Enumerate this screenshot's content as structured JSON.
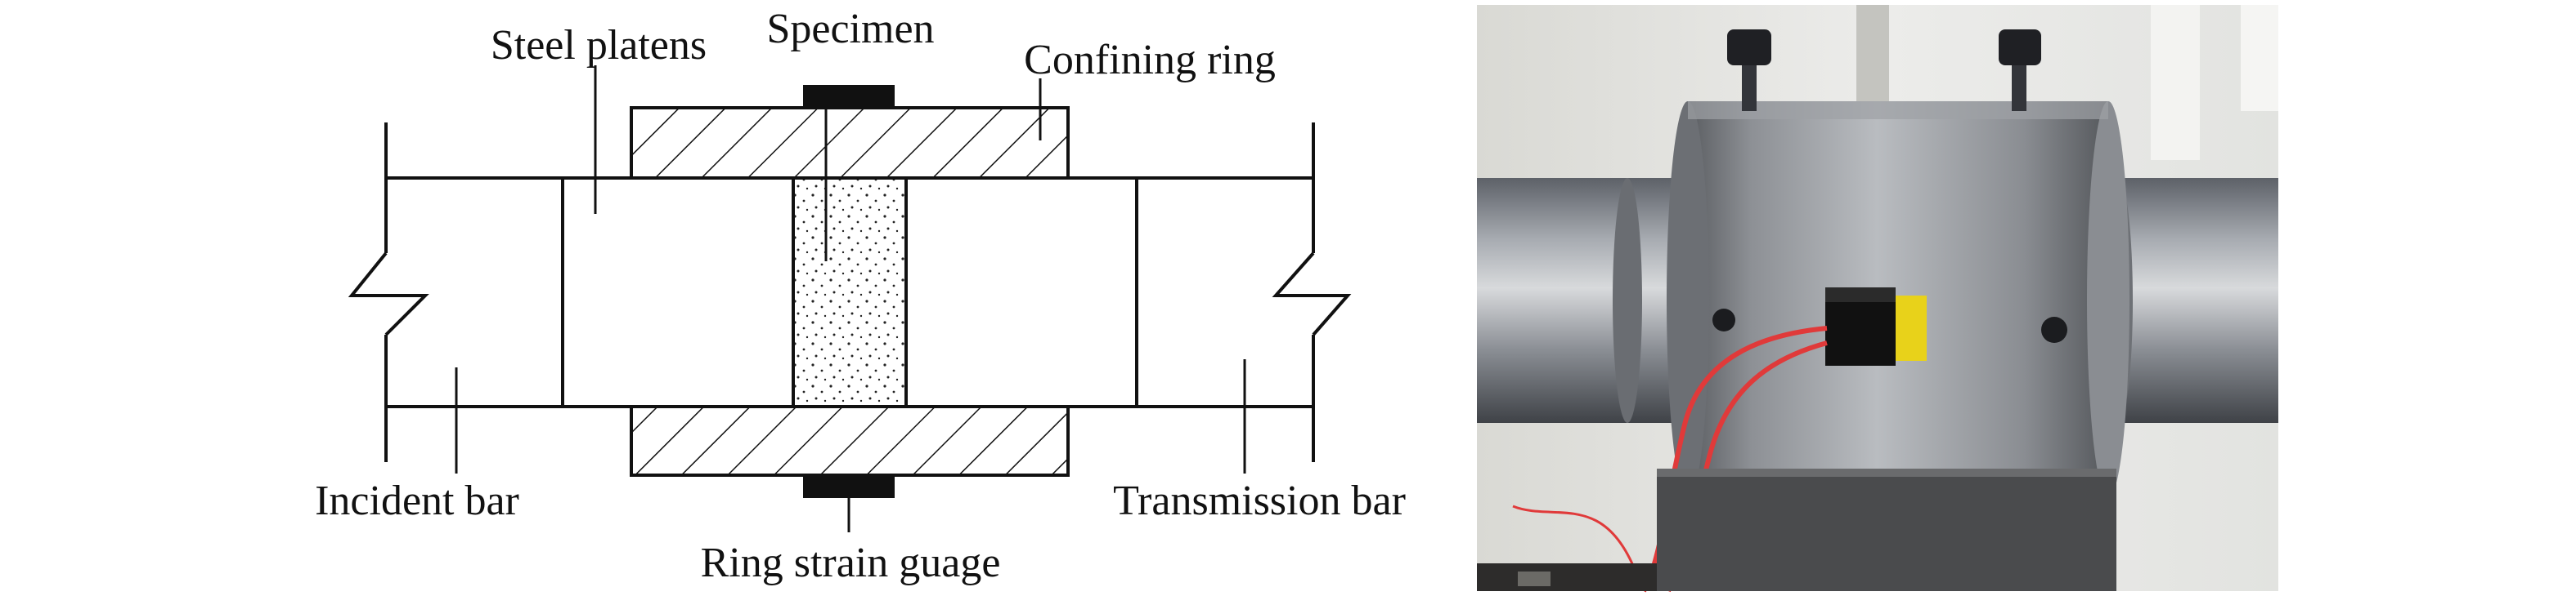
{
  "labels": {
    "specimen": "Specimen",
    "steel_platens": "Steel platens",
    "confining_ring": "Confining ring",
    "incident_bar": "Incident bar",
    "transmission_bar": "Transmission bar",
    "ring_strain_gauge": "Ring strain guage"
  },
  "photo": {
    "wire_color": "#e03a3a",
    "tape_color": "#e8d21a",
    "gauge_color": "#111111"
  }
}
